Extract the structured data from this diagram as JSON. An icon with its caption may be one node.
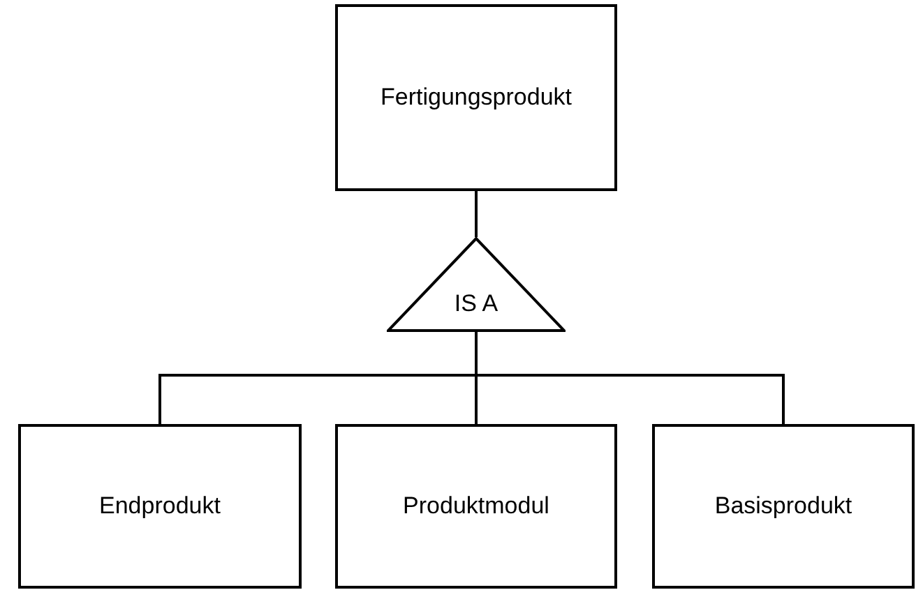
{
  "diagram": {
    "nodes": [
      {
        "text": [
          "Fertigungsprodukt"
        ]
      },
      {
        "text": [
          "IS A"
        ]
      },
      {
        "text": [
          "Endprodukt"
        ]
      },
      {
        "text": [
          "Produktmodul"
        ]
      },
      {
        "text": [
          "Basisprodukt"
        ]
      }
    ],
    "edges": [
      {
        "from": 0,
        "to": 1,
        "arrow": "none"
      },
      {
        "from": 1,
        "to": 2,
        "arrow": "none"
      },
      {
        "from": 1,
        "to": 3,
        "arrow": "none"
      },
      {
        "from": 1,
        "to": 4,
        "arrow": "none"
      }
    ]
  }
}
